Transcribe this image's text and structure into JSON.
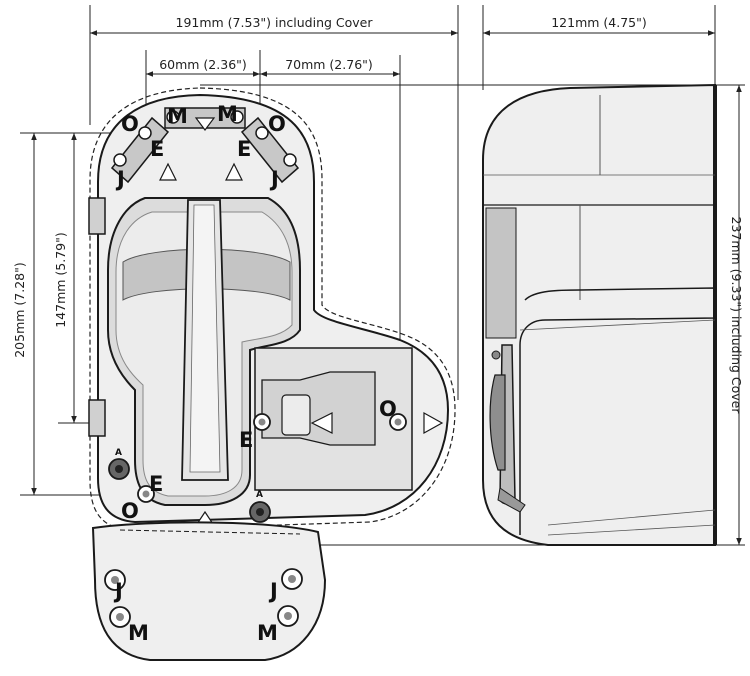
{
  "dimensions": {
    "overall_width": "191mm (7.53\") including Cover",
    "depth": "121mm (4.75\")",
    "spacing_left": "60mm (2.36\")",
    "spacing_right": "70mm (2.76\")",
    "height_205": "205mm (7.28\")",
    "height_147": "147mm (5.79\")",
    "height_237": "237mm (9.33\") including Cover"
  },
  "hole_labels": {
    "m": "M",
    "o": "O",
    "e": "E",
    "j": "J",
    "a": "A"
  },
  "colors": {
    "outline": "#1a1a1a",
    "body_fill": "#efefef",
    "inner_fill": "#dcdcdc",
    "dark_fill": "#a8a8a8"
  }
}
